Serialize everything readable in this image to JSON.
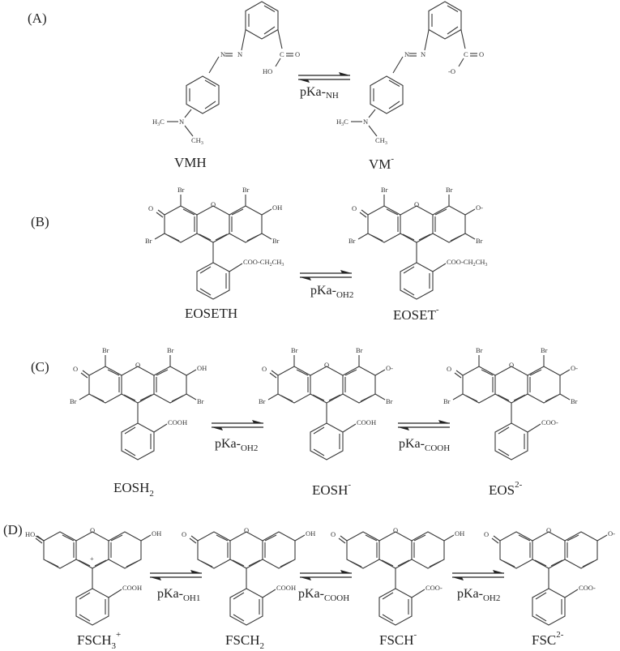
{
  "panels": [
    {
      "label": "(A)",
      "species": [
        {
          "name": "VMH",
          "base": "VMH",
          "sub": "",
          "sup": ""
        },
        {
          "name": "VM-",
          "base": "VM",
          "sub": "",
          "sup": "-"
        }
      ],
      "equilibria": [
        {
          "base": "pKa-",
          "sub": "NH"
        }
      ],
      "atoms": {
        "n1": "N",
        "n2": "N",
        "c": "C",
        "o": "O",
        "oh": "HO",
        "o_minus": "-O",
        "h3c": "H3C",
        "n": "N",
        "ch3": "CH3"
      }
    },
    {
      "label": "(B)",
      "species": [
        {
          "name": "EOSETH",
          "base": "EOSETH",
          "sub": "",
          "sup": ""
        },
        {
          "name": "EOSET-",
          "base": "EOSET",
          "sub": "",
          "sup": "-"
        }
      ],
      "equilibria": [
        {
          "base": "pKa-",
          "sub": "OH2"
        }
      ],
      "substituent": "COO-CH2CH3"
    },
    {
      "label": "(C)",
      "species": [
        {
          "name": "EOSH2",
          "base": "EOSH",
          "sub": "2",
          "sup": ""
        },
        {
          "name": "EOSH-",
          "base": "EOSH",
          "sub": "",
          "sup": "-"
        },
        {
          "name": "EOS2-",
          "base": "EOS",
          "sub": "",
          "sup": "2-"
        }
      ],
      "equilibria": [
        {
          "base": "pKa-",
          "sub": "OH2"
        },
        {
          "base": "pKa-",
          "sub": "COOH"
        }
      ]
    },
    {
      "label": "(D)",
      "species": [
        {
          "name": "FSCH3+",
          "base": "FSCH",
          "sub": "3",
          "sup": "+"
        },
        {
          "name": "FSCH2",
          "base": "FSCH",
          "sub": "2",
          "sup": ""
        },
        {
          "name": "FSCH-",
          "base": "FSCH",
          "sub": "",
          "sup": "-"
        },
        {
          "name": "FSC2-",
          "base": "FSC",
          "sub": "",
          "sup": "2-"
        }
      ],
      "equilibria": [
        {
          "base": "pKa-",
          "sub": "OH1"
        },
        {
          "base": "pKa-",
          "sub": "COOH"
        },
        {
          "base": "pKa-",
          "sub": "OH2"
        }
      ]
    }
  ],
  "atom_labels": {
    "br": "Br",
    "o": "O",
    "oh": "OH",
    "ho": "HO",
    "o_minus": "O-",
    "cooh": "COOH",
    "coo_minus": "COO-",
    "plus": "+"
  }
}
